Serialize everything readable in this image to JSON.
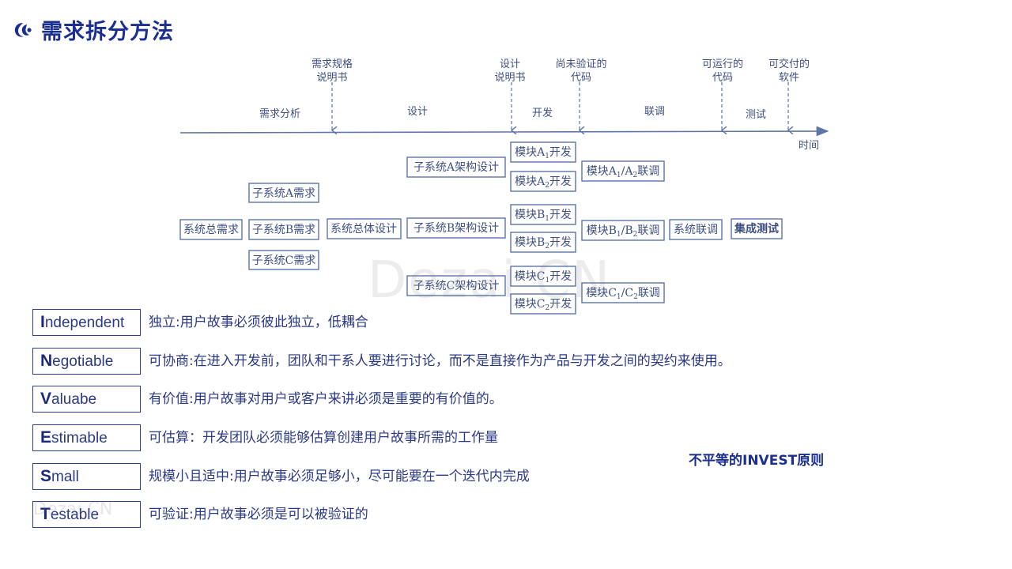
{
  "header": {
    "title": "需求拆分方法",
    "logo_icon": "swirl-logo-icon",
    "accent_color": "#1a2f8f"
  },
  "diagram": {
    "markers": [
      {
        "lines": [
          "需求规格",
          "说明书"
        ]
      },
      {
        "lines": [
          "设计",
          "说明书"
        ]
      },
      {
        "lines": [
          "尚未验证的",
          "代码"
        ]
      },
      {
        "lines": [
          "可运行的",
          "代码"
        ]
      },
      {
        "lines": [
          "可交付的",
          "软件"
        ]
      }
    ],
    "phases": [
      "需求分析",
      "设计",
      "开发",
      "联调",
      "测试"
    ],
    "axis_label": "时间",
    "boxes": {
      "system_req": "系统总需求",
      "subsys_a_req": "子系统A需求",
      "subsys_b_req": "子系统B需求",
      "subsys_c_req": "子系统C需求",
      "system_design": "系统总体设计",
      "subsys_a_arch": "子系统A架构设计",
      "subsys_b_arch": "子系统B架构设计",
      "subsys_c_arch": "子系统C架构设计",
      "module_prefix": "模块",
      "dev_suffix": "开发",
      "integration_suffix": "联调",
      "system_integration": "系统联调",
      "integration_test": "集成测试"
    },
    "modules": [
      {
        "letter": "A",
        "sub1": "1",
        "sub2": "2"
      },
      {
        "letter": "B",
        "sub1": "1",
        "sub2": "2"
      },
      {
        "letter": "C",
        "sub1": "1",
        "sub2": "2"
      }
    ]
  },
  "watermark": {
    "main": "Dezai CN",
    "small": "Dezai CN"
  },
  "invest": [
    {
      "initial": "I",
      "rest": "ndependent",
      "desc": "独立:用户故事必须彼此独立，低耦合"
    },
    {
      "initial": "N",
      "rest": "egotiable",
      "desc": "可协商:在进入开发前，团队和干系人要进行讨论，而不是直接作为产品与开发之间的契约来使用。"
    },
    {
      "initial": "V",
      "rest": "aluabe",
      "desc": "有价值:用户故事对用户或客户来讲必须是重要的有价值的。"
    },
    {
      "initial": "E",
      "rest": "stimable",
      "desc": "可估算：开发团队必须能够估算创建用户故事所需的工作量"
    },
    {
      "initial": "S",
      "rest": "mall",
      "desc": "规模小且适中:用户故事必须足够小，尽可能要在一个迭代内完成"
    },
    {
      "initial": "T",
      "rest": "estable",
      "desc": "可验证:用户故事必须是可以被验证的"
    }
  ],
  "note": "不平等的INVEST原则"
}
